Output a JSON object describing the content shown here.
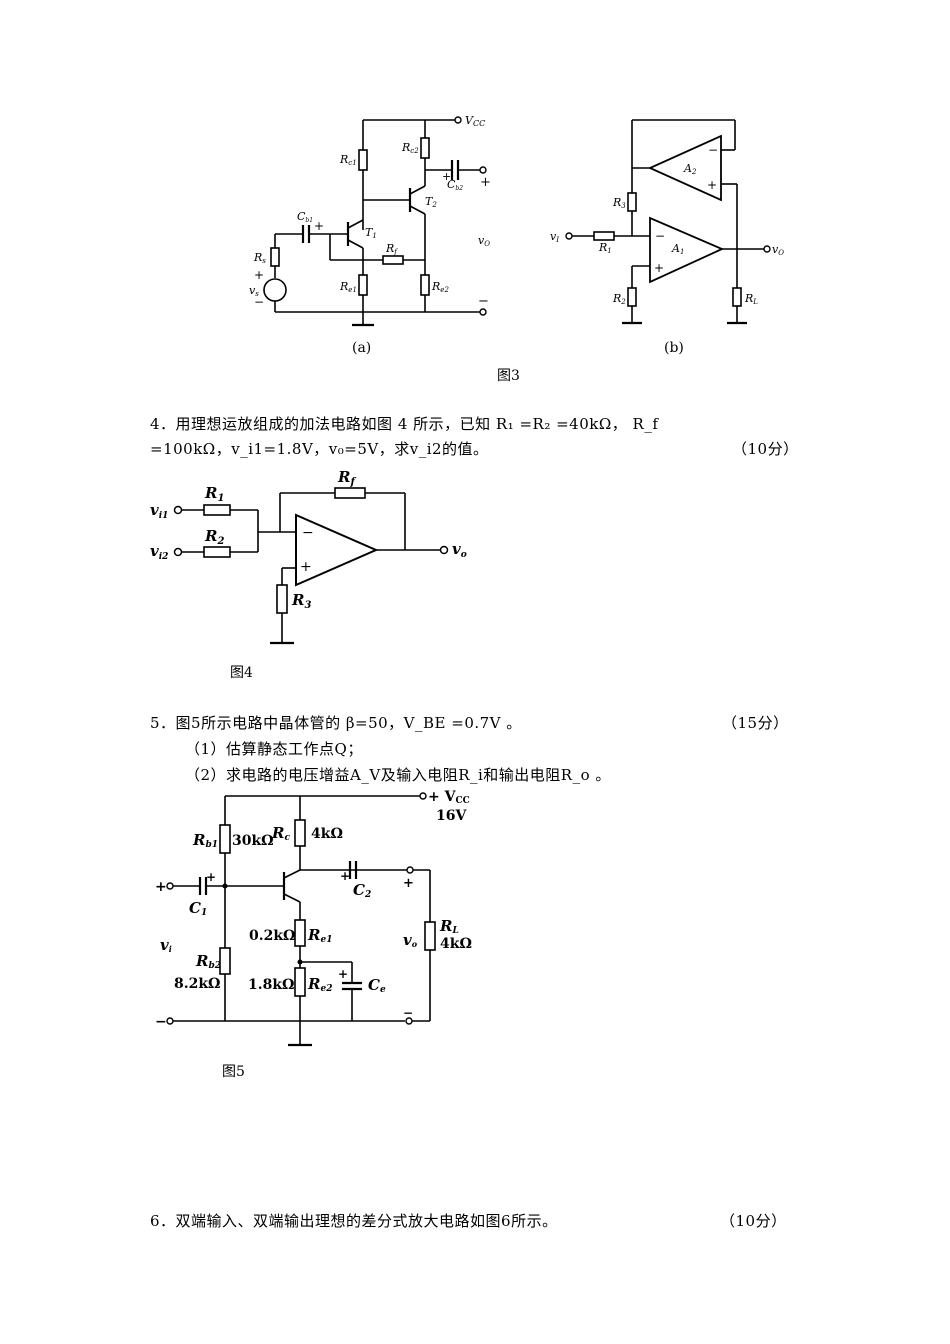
{
  "fig3": {
    "caption": "图3",
    "a": {
      "sublabel": "(a)",
      "vcc": "V",
      "vcc_sub": "CC",
      "rc1": "R",
      "rc1_sub": "c1",
      "rc2": "R",
      "rc2_sub": "c2",
      "cb1": "C",
      "cb1_sub": "b1",
      "cb2": "C",
      "cb2_sub": "b2",
      "t1": "T",
      "t1_sub": "1",
      "t2": "T",
      "t2_sub": "2",
      "rf": "R",
      "rf_sub": "f",
      "rs": "R",
      "rs_sub": "s",
      "vs": "v",
      "vs_sub": "s",
      "re1": "R",
      "re1_sub": "e1",
      "re2": "R",
      "re2_sub": "e2",
      "vo": "v",
      "vo_sub": "O",
      "plus": "+",
      "minus": "−"
    },
    "b": {
      "sublabel": "(b)",
      "a1": "A",
      "a1_sub": "1",
      "a2": "A",
      "a2_sub": "2",
      "r1": "R",
      "r1_sub": "1",
      "r2": "R",
      "r2_sub": "2",
      "r3": "R",
      "r3_sub": "3",
      "rl": "R",
      "rl_sub": "L",
      "vi": "v",
      "vi_sub": "I",
      "vo": "v",
      "vo_sub": "O",
      "plus": "+",
      "minus": "−"
    }
  },
  "q4": {
    "line1": "4．用理想运放组成的加法电路如图 4 所示，已知 R₁ =R₂ =40kΩ， R_f",
    "line2": "=100kΩ，v_i1=1.8V，v₀=5V，求v_i2的值。",
    "score": "（10分）",
    "fig_caption": "图4",
    "labels": {
      "r1": "R",
      "r1_sub": "1",
      "r2": "R",
      "r2_sub": "2",
      "r3": "R",
      "r3_sub": "3",
      "rf": "R",
      "rf_sub": "f",
      "vi1": "v",
      "vi1_sub": "i1",
      "vi2": "v",
      "vi2_sub": "i2",
      "vo": "v",
      "vo_sub": "o",
      "minus": "−",
      "plus": "+"
    }
  },
  "q5": {
    "line1": "5．图5所示电路中晶体管的 β=50，V_BE =0.7V 。",
    "score": "（15分）",
    "sub1": "（1）估算静态工作点Q；",
    "sub2": "（2）求电路的电压增益A_V及输入电阻R_i和输出电阻R_o 。",
    "fig_caption": "图5",
    "labels": {
      "vcc": "+ V",
      "vcc_sub": "CC",
      "vcc_val": "16V",
      "rb1": "R",
      "rb1_sub": "b1",
      "rb1_val": "30kΩ",
      "rc": "R",
      "rc_sub": "c",
      "rc_val": "4kΩ",
      "c1": "C",
      "c1_sub": "1",
      "c2": "C",
      "c2_sub": "2",
      "re1_val": "0.2kΩ",
      "re1": "R",
      "re1_sub": "e1",
      "re2_val": "1.8kΩ",
      "re2": "R",
      "re2_sub": "e2",
      "ce": "C",
      "ce_sub": "e",
      "rb2": "R",
      "rb2_sub": "b2",
      "rb2_val": "8.2kΩ",
      "rl": "R",
      "rl_sub": "L",
      "rl_val": "4kΩ",
      "vi": "v",
      "vi_sub": "i",
      "vo": "v",
      "vo_sub": "o",
      "plus": "+",
      "minus": "−"
    }
  },
  "q6": {
    "line1": "6．双端输入、双端输出理想的差分式放大电路如图6所示。",
    "score": "（10分）"
  }
}
